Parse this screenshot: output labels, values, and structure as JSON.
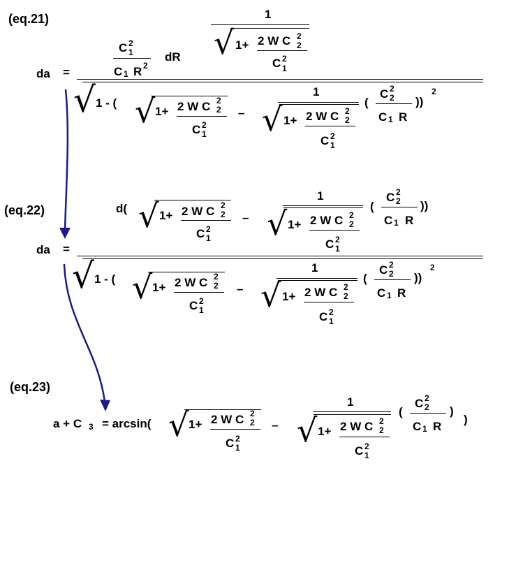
{
  "labels": {
    "eq21": "(eq.21)",
    "eq22": "(eq.22)",
    "eq23": "(eq.23)"
  },
  "symbols": {
    "da": "da",
    "equals": "=",
    "one": "1",
    "two": "2",
    "c": "C",
    "w": "W",
    "r": "R",
    "dr": "dR",
    "d_open": "d(",
    "one_plus": "1+",
    "one_minus_open": "1 - (",
    "minus": "–",
    "open": "(",
    "close": ")",
    "close_double": "))",
    "sub1": "1",
    "sup2": "2",
    "sub3": "3",
    "sup_out": "2",
    "a_plus_c": "a + C",
    "arcsin_open": "= arcsin("
  },
  "colors": {
    "text": "#000000",
    "arrow": "#1a1a8c",
    "background": "#ffffff"
  }
}
